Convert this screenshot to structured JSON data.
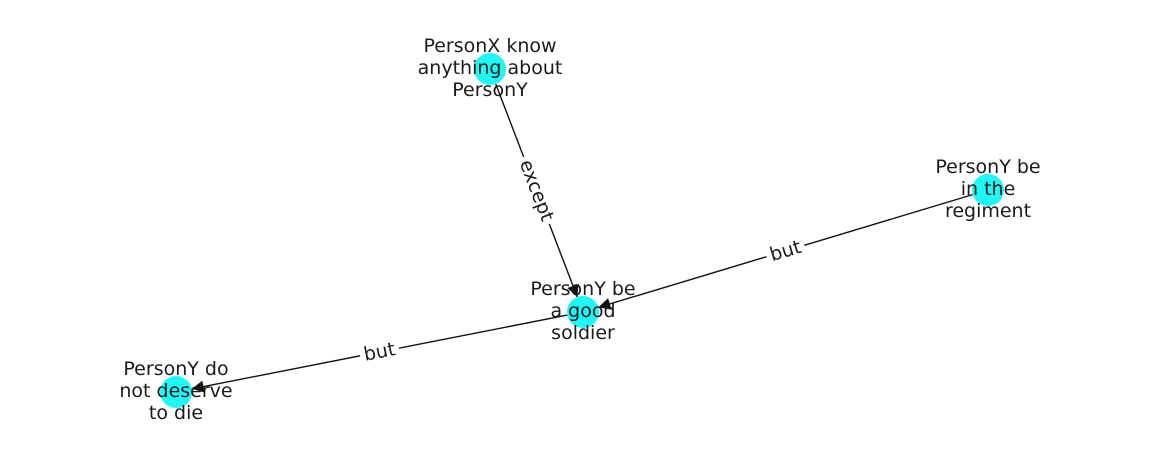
{
  "graph": {
    "node_color": "#1ff7f7",
    "edge_color": "#111111",
    "nodes": [
      {
        "id": "n1",
        "lines": [
          "PersonX know",
          "anything about",
          "PersonY"
        ]
      },
      {
        "id": "n2",
        "lines": [
          "PersonY be",
          "in the",
          "regiment"
        ]
      },
      {
        "id": "n3",
        "lines": [
          "PersonY be",
          "a good",
          "soldier"
        ]
      },
      {
        "id": "n4",
        "lines": [
          "PersonY do",
          "not deserve",
          "to die"
        ]
      }
    ],
    "edges": [
      {
        "source": "n1",
        "target": "n3",
        "label": "except"
      },
      {
        "source": "n2",
        "target": "n3",
        "label": "but"
      },
      {
        "source": "n3",
        "target": "n4",
        "label": "but"
      }
    ]
  }
}
